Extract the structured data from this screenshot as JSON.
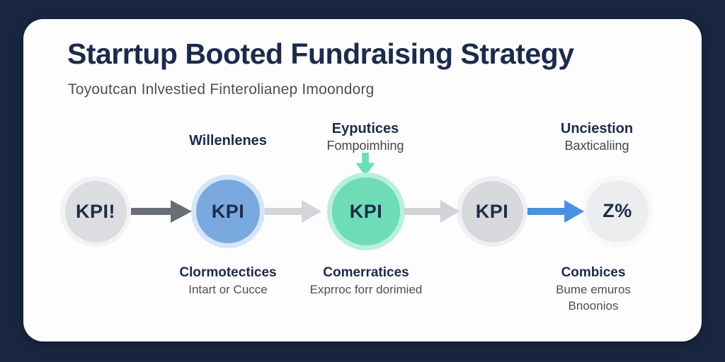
{
  "title": "Starrtup Booted Fundraising Strategy",
  "subtitle": "Toyoutcan Inlvestied Finterolianep Imoondorg",
  "colors": {
    "background": "#182640",
    "card": "#fdfdfe",
    "heading": "#1c2b4a",
    "subtitle": "#4b5058"
  },
  "flow": {
    "nodes": [
      {
        "text": "KPI!",
        "fill": "#dbdde0",
        "ring": "#f1f2f3"
      },
      {
        "text": "KPI",
        "fill": "#7aa9e0",
        "ring": "#d7e5f8"
      },
      {
        "text": "KPI",
        "fill": "#6edcb6",
        "ring": "#b9efdb"
      },
      {
        "text": "KPI",
        "fill": "#d6d8db",
        "ring": "#eef0f2"
      },
      {
        "text": "Z%",
        "fill": "#ebedef",
        "ring": "#f7f8f9"
      }
    ],
    "arrows": [
      {
        "direction": "right",
        "color": "#696e75"
      },
      {
        "direction": "right",
        "color": "#d2d5d9"
      },
      {
        "direction": "right",
        "color": "#d0d3d7"
      },
      {
        "direction": "right",
        "color": "#4a90e2"
      }
    ],
    "down_arrow": {
      "direction": "down",
      "color": "#6fdcba"
    }
  },
  "labels": {
    "above": [
      {
        "heading": "Willenlenes",
        "sub": ""
      },
      {
        "heading": "Eyputices",
        "sub": "Fompoimhing"
      },
      {
        "heading": "Unciestion",
        "sub": "Baxticaliing"
      }
    ],
    "below": [
      {
        "heading": "Clormotectices",
        "line1": "Intart or Cucce",
        "line2": ""
      },
      {
        "heading": "Comerratices",
        "line1": "Exprroc forr dorimied",
        "line2": ""
      },
      {
        "heading": "Combices",
        "line1": "Bume emuros",
        "line2": "Bnoonios"
      }
    ]
  }
}
